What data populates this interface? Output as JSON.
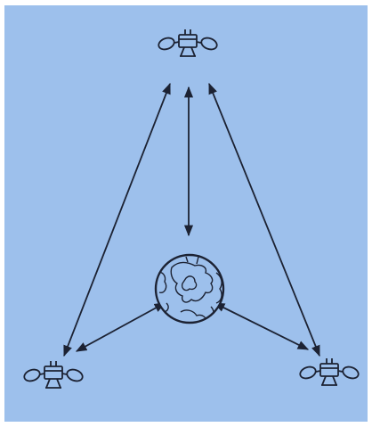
{
  "diagram": {
    "colors": {
      "background": "#9dc0ec",
      "ink": "#1c2233",
      "frame": "#ffffff"
    },
    "nodes": [
      {
        "id": "satellite-top",
        "kind": "satellite",
        "icon": "satellite-icon"
      },
      {
        "id": "satellite-left",
        "kind": "satellite",
        "icon": "satellite-icon"
      },
      {
        "id": "satellite-right",
        "kind": "satellite",
        "icon": "satellite-icon"
      },
      {
        "id": "earth",
        "kind": "planet",
        "icon": "earth-globe-icon"
      }
    ],
    "links": [
      {
        "from": "satellite-top",
        "to": "satellite-left",
        "direction": "bidirectional"
      },
      {
        "from": "satellite-top",
        "to": "satellite-right",
        "direction": "bidirectional"
      },
      {
        "from": "satellite-top",
        "to": "earth",
        "direction": "bidirectional"
      },
      {
        "from": "earth",
        "to": "satellite-left",
        "direction": "bidirectional"
      },
      {
        "from": "earth",
        "to": "satellite-right",
        "direction": "bidirectional"
      }
    ]
  }
}
